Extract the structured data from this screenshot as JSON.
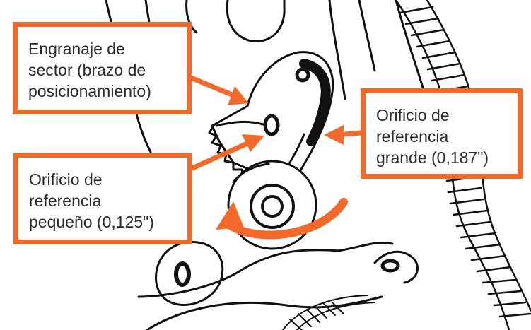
{
  "colors": {
    "accent": "#f26a2b",
    "line": "#111111",
    "text": "#2b2b2b"
  },
  "callouts": {
    "sector_gear": "Engranaje de\nsector (brazo de\nposicionamiento)",
    "small_hole": "Orificio de\nreferencia\npequeño (0,125\")",
    "large_hole": "Orificio de\nreferencia\ngrande (0,187\")"
  },
  "icons": {
    "rotation": "curved-arrow-icon"
  }
}
